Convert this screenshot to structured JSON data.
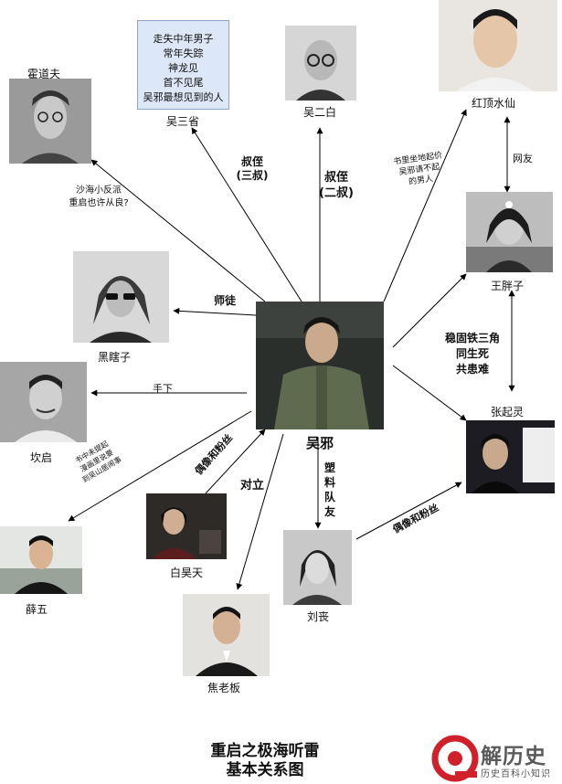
{
  "diagram": {
    "title_line1": "重启之极海听雷",
    "title_line2": "基本关系图",
    "center": {
      "name": "吴邪"
    },
    "note": {
      "lines": [
        "走失中年男子",
        "常年失踪",
        "神龙见",
        "首不见尾",
        "吴邪最想见到的人"
      ]
    },
    "characters": {
      "wu_sanxing": "吴三省",
      "wu_erbai": "吴二白",
      "huo_daofu": "霍道夫",
      "hongding": "红顶水仙",
      "wang_pangzi": "王胖子",
      "zhang_qiling": "张起灵",
      "hei_xiazi": "黑瞎子",
      "kan_qi": "坎启",
      "xue_wu": "薛五",
      "bai_haotian": "白昊天",
      "jiao_laoban": "焦老板",
      "liu_sang": "刘丧"
    },
    "relations": {
      "uncle3_1": "叔侄",
      "uncle3_2": "(三叔)",
      "uncle2_1": "叔侄",
      "uncle2_2": "(二叔)",
      "huo_1": "沙海小反派",
      "huo_2": "重启也许从良?",
      "hong_1": "书里坐地起价",
      "hong_2": "吴邪请不起",
      "hong_3": "的男人",
      "wangyou": "网友",
      "iron_1": "稳固铁三角",
      "iron_2": "同生死",
      "iron_3": "共患难",
      "master": "师徒",
      "subordinate": "手下",
      "xue_1": "书中未提起",
      "xue_2": "漫画里说要",
      "xue_3": "到吴山居闹事",
      "idol_fan_bai": "偶像和粉丝",
      "opposed": "对立",
      "band_1": "塑",
      "band_2": "料",
      "band_3": "队",
      "band_4": "友",
      "idol_fan_liu": "偶像和粉丝"
    }
  },
  "logo": {
    "brand": "解历史",
    "sub": "历史百科小知识",
    "accent": "#d0202a"
  },
  "colors": {
    "arrow": "#000000",
    "note_bg": "#dce8f7",
    "jacket": "#5f6b4e"
  }
}
